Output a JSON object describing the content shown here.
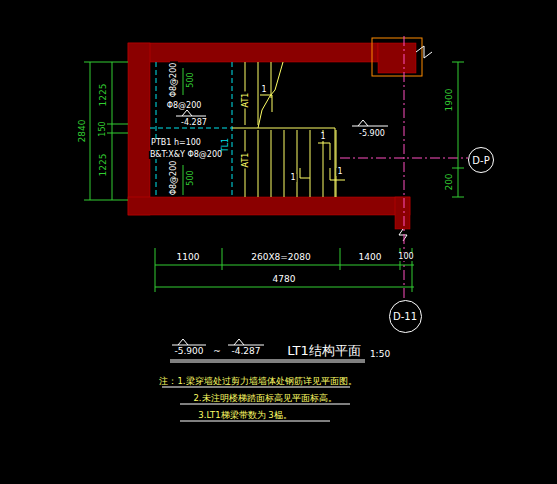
{
  "diagram": {
    "title": "LT1结构平面",
    "nodes": [
      {
        "text": [
          "D-P"
        ]
      },
      {
        "text": [
          "D-11"
        ]
      }
    ],
    "labels": [
      "2840",
      "1225",
      "150",
      "1225",
      "1900",
      "200",
      "Φ8@200",
      "500",
      "Φ8@200",
      "-4.287",
      "PTB1 h=100",
      "B&T:X&Y Φ8@200",
      "Φ8@200",
      "500",
      "AT1",
      "AT1",
      "TL1",
      "1",
      "1",
      "1",
      "1",
      "-5.900",
      "1100",
      "260X8=2080",
      "1400",
      "100",
      "4780",
      "-5.900",
      "~",
      "-4.287",
      "1:50",
      "注：1.梁穿墙处过剪力墙墙体处钢筋详见平面图。",
      "2.未注明楼梯踏面标高见平面标高。",
      "3.LT1梯梁带数为 3榀。"
    ]
  }
}
